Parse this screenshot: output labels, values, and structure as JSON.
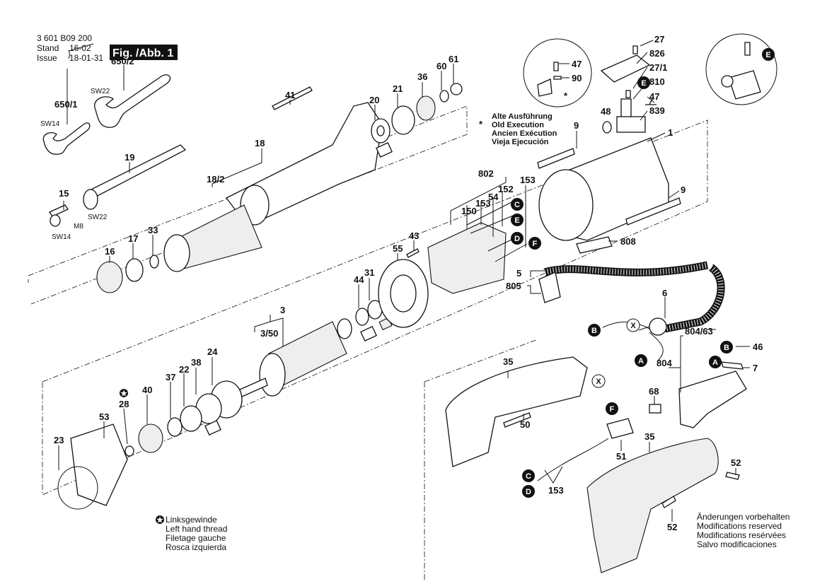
{
  "header": {
    "doc_number": "3 601 B09 200",
    "stand_label": "Stand",
    "issue_label": "Issue",
    "old_date": "16-02",
    "issue_date": "18-01-31",
    "figure_label": "Fig. /Abb. 1"
  },
  "legend_old_execution": {
    "icon": "asterisk-icon",
    "lines": [
      "Alte Ausführung",
      "Old Execution",
      "Ancien Exécution",
      "Vieja Ejecución"
    ]
  },
  "legend_left_thread": {
    "icon": "star-circle-icon",
    "lines": [
      "Linksgewinde",
      "Left hand thread",
      "Filetage gauche",
      "Rosca izquierda"
    ]
  },
  "legend_modifications": {
    "lines": [
      "Änderungen vorbehalten",
      "Modifications reserved",
      "Modifications resérvées",
      "Salvo modificaciones"
    ]
  },
  "part_labels": {
    "p650_2": "650/2",
    "p650_1": "650/1",
    "sw22_a": "SW22",
    "sw14_a": "SW14",
    "p19": "19",
    "p15": "15",
    "m8": "M8",
    "sw14_b": "SW14",
    "sw22_b": "SW22",
    "p41": "41",
    "p18": "18",
    "p18_2": "18/2",
    "p20": "20",
    "p21": "21",
    "p36": "36",
    "p60": "60",
    "p61": "61",
    "p16": "16",
    "p17": "17",
    "p33": "33",
    "p3": "3",
    "p3_50": "3/50",
    "p44": "44",
    "p31": "31",
    "p55": "55",
    "p43": "43",
    "p802": "802",
    "p153a": "153",
    "p150": "150",
    "p153b": "153",
    "p54": "54",
    "p152": "152",
    "p27": "27",
    "p826": "826",
    "p27_1": "27/1",
    "p810": "810",
    "p47a": "47",
    "p839": "839",
    "p48": "48",
    "p47b": "47",
    "p90": "90",
    "p9a": "9",
    "p1": "1",
    "p9b": "9",
    "p808": "808",
    "p5": "5",
    "p805": "805",
    "p6": "6",
    "p804_63": "804/63",
    "p46": "46",
    "p7": "7",
    "p804": "804",
    "p68": "68",
    "p35a": "35",
    "p50": "50",
    "p51": "51",
    "p35b": "35",
    "p52a": "52",
    "p52b": "52",
    "p153c": "153",
    "p24": "24",
    "p38": "38",
    "p22": "22",
    "p37": "37",
    "p40": "40",
    "p28": "28",
    "p53": "53",
    "p23": "23"
  },
  "connector_badges": {
    "C": "C",
    "E": "E",
    "D": "D",
    "F": "F",
    "A": "A",
    "B": "B",
    "X": "X"
  }
}
